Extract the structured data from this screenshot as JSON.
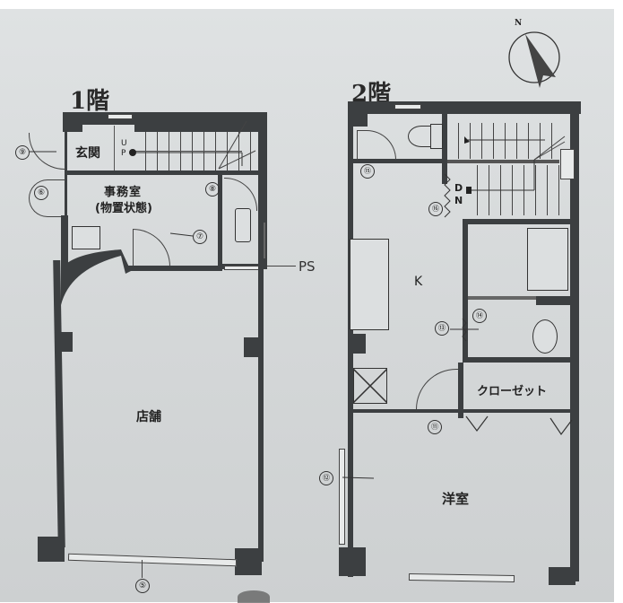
{
  "floor1": {
    "title": "1階",
    "rooms": {
      "entrance": "玄関",
      "office": "事務室",
      "office_note": "(物置状態)",
      "shop": "店舗"
    },
    "stairs_label": "U P",
    "ps_label": "PS",
    "markers": [
      "⑤",
      "⑥",
      "⑦",
      "⑧",
      "⑨"
    ]
  },
  "floor2": {
    "title": "2階",
    "rooms": {
      "kitchen": "K",
      "closet": "クローゼット",
      "western_room": "洋室"
    },
    "stairs_label": "D N",
    "markers": [
      "⑪",
      "⑫",
      "⑬",
      "⑭",
      "⑮",
      "⑯"
    ]
  },
  "compass": {
    "label": "N"
  },
  "colors": {
    "wall": "#3c3f41",
    "paper": "#d6d9da"
  }
}
